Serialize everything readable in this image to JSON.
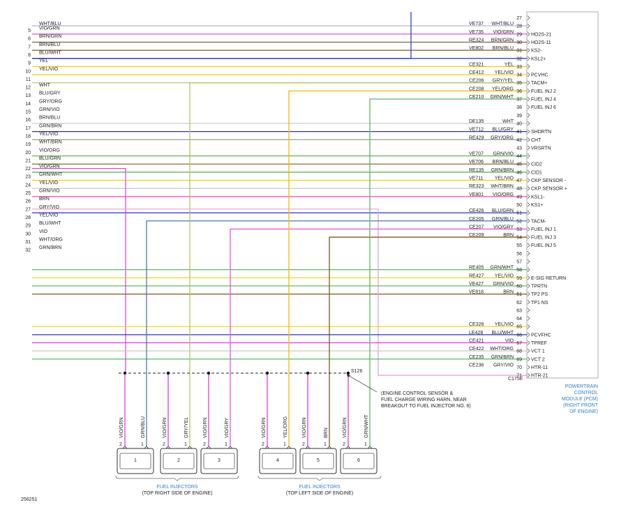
{
  "figure_id": "256251",
  "pcm": {
    "label_lines": [
      "POWERTRAIN",
      "CONTROL",
      "MODULE (PCM)",
      "(RIGHT FRONT",
      "OF ENGINE)"
    ],
    "connector": "C175E",
    "pins": [
      {
        "pin": 27,
        "circuit": "",
        "color": "",
        "func": ""
      },
      {
        "pin": 28,
        "circuit": "VE737",
        "color": "WHT/BLU",
        "func": ""
      },
      {
        "pin": 29,
        "circuit": "VE735",
        "color": "VIO/GRN",
        "func": "HO2S-21"
      },
      {
        "pin": 30,
        "circuit": "RE324",
        "color": "BRN/GRN",
        "func": "HO2S-11"
      },
      {
        "pin": 31,
        "circuit": "VE802",
        "color": "BRN/BLU",
        "func": "KS2-"
      },
      {
        "pin": 32,
        "circuit": "",
        "color": "",
        "func": "KSL2+"
      },
      {
        "pin": 33,
        "circuit": "CE321",
        "color": "YEL",
        "func": ""
      },
      {
        "pin": 34,
        "circuit": "CE412",
        "color": "YEL/VIO",
        "func": "PCVHC"
      },
      {
        "pin": 35,
        "circuit": "CE206",
        "color": "GRY/YEL",
        "func": "TACM+"
      },
      {
        "pin": 36,
        "circuit": "CE208",
        "color": "YEL/ORG",
        "func": "FUEL INJ 2"
      },
      {
        "pin": 37,
        "circuit": "CE210",
        "color": "GRN/WHT",
        "func": "FUEL INJ 4"
      },
      {
        "pin": 38,
        "circuit": "",
        "color": "",
        "func": "FUEL INJ 6"
      },
      {
        "pin": 39,
        "circuit": "",
        "color": "",
        "func": ""
      },
      {
        "pin": 40,
        "circuit": "DE135",
        "color": "WHT",
        "func": ""
      },
      {
        "pin": 41,
        "circuit": "VE712",
        "color": "BLU/GRY",
        "func": "SHDRTN"
      },
      {
        "pin": 42,
        "circuit": "RE429",
        "color": "GRY/ORG",
        "func": "CHT"
      },
      {
        "pin": 43,
        "circuit": "",
        "color": "",
        "func": "VRSRTN"
      },
      {
        "pin": 44,
        "circuit": "VE707",
        "color": "GRN/VIO",
        "func": ""
      },
      {
        "pin": 45,
        "circuit": "VE706",
        "color": "BRN/BLU",
        "func": "CID2"
      },
      {
        "pin": 46,
        "circuit": "RE135",
        "color": "GRN/BRN",
        "func": "CID1"
      },
      {
        "pin": 47,
        "circuit": "VE711",
        "color": "YEL/VIO",
        "func": "CKP SENSOR -"
      },
      {
        "pin": 48,
        "circuit": "RE323",
        "color": "WHT/BRN",
        "func": "CKP SENSOR +"
      },
      {
        "pin": 49,
        "circuit": "VE801",
        "color": "VIO/ORG",
        "func": "KSL1-"
      },
      {
        "pin": 50,
        "circuit": "",
        "color": "",
        "func": "KS1+"
      },
      {
        "pin": 51,
        "circuit": "CE426",
        "color": "BLU/GRN",
        "func": ""
      },
      {
        "pin": 52,
        "circuit": "CE205",
        "color": "GRN/BLU",
        "func": "TACM-"
      },
      {
        "pin": 53,
        "circuit": "CE207",
        "color": "VIO/GRY",
        "func": "FUEL INJ 1"
      },
      {
        "pin": 54,
        "circuit": "CE209",
        "color": "BRN",
        "func": "FUEL INJ 3"
      },
      {
        "pin": 55,
        "circuit": "",
        "color": "",
        "func": "FUEL INJ 5"
      },
      {
        "pin": 56,
        "circuit": "",
        "color": "",
        "func": ""
      },
      {
        "pin": 57,
        "circuit": "",
        "color": "",
        "func": ""
      },
      {
        "pin": 58,
        "circuit": "RE405",
        "color": "GRN/WHT",
        "func": ""
      },
      {
        "pin": 59,
        "circuit": "RE427",
        "color": "YEL/VIO",
        "func": "E-SIG RETURN"
      },
      {
        "pin": 60,
        "circuit": "VE427",
        "color": "GRN/VIO",
        "func": "TPRTN"
      },
      {
        "pin": 61,
        "circuit": "VE818",
        "color": "BRN",
        "func": "TP2 PS"
      },
      {
        "pin": 62,
        "circuit": "",
        "color": "",
        "func": "TP1 NS"
      },
      {
        "pin": 63,
        "circuit": "",
        "color": "",
        "func": ""
      },
      {
        "pin": 64,
        "circuit": "",
        "color": "",
        "func": ""
      },
      {
        "pin": 65,
        "circuit": "CE328",
        "color": "YEL/VIO",
        "func": ""
      },
      {
        "pin": 66,
        "circuit": "LE428",
        "color": "BLU/WHT",
        "func": "PCVFHC"
      },
      {
        "pin": 67,
        "circuit": "CE421",
        "color": "VIO",
        "func": "TPREF"
      },
      {
        "pin": 68,
        "circuit": "CE422",
        "color": "WHT/ORG",
        "func": "VCT 1"
      },
      {
        "pin": 69,
        "circuit": "CE235",
        "color": "GRN/BRN",
        "func": "VCT 2"
      },
      {
        "pin": 70,
        "circuit": "CE236",
        "color": "GRY/VIO",
        "func": "HTR-11"
      },
      {
        "pin": 71,
        "circuit": "",
        "color": "",
        "func": "HTR-21"
      }
    ]
  },
  "left_connector": {
    "pins": [
      {
        "pin": "",
        "color": "WHT/BLU"
      },
      {
        "pin": "5",
        "color": "VIO/GRN"
      },
      {
        "pin": "6",
        "color": "BRN/GRN"
      },
      {
        "pin": "7",
        "color": "BRN/BLU"
      },
      {
        "pin": "8",
        "color": "BLU/WHT"
      },
      {
        "pin": "9",
        "color": "YEL"
      },
      {
        "pin": "10",
        "color": "YEL/VIO"
      },
      {
        "pin": "11",
        "color": ""
      },
      {
        "pin": "12",
        "color": "WHT"
      },
      {
        "pin": "13",
        "color": "BLU/GRY"
      },
      {
        "pin": "14",
        "color": "GRY/ORG"
      },
      {
        "pin": "15",
        "color": "GRN/VIO"
      },
      {
        "pin": "16",
        "color": "BRN/BLU"
      },
      {
        "pin": "17",
        "color": "GRN/BRN"
      },
      {
        "pin": "18",
        "color": "YEL/VIO"
      },
      {
        "pin": "19",
        "color": "WHT/BRN"
      },
      {
        "pin": "20",
        "color": "VIO/ORG"
      },
      {
        "pin": "21",
        "color": "BLU/GRN"
      },
      {
        "pin": "22",
        "color": "VIO/GRN"
      },
      {
        "pin": "23",
        "color": "GRN/WHT"
      },
      {
        "pin": "24",
        "color": "YEL/VIO"
      },
      {
        "pin": "25",
        "color": "GRN/VIO"
      },
      {
        "pin": "26",
        "color": "BRN"
      },
      {
        "pin": "27",
        "color": "GRY/VIO"
      },
      {
        "pin": "28",
        "color": "YEL/VIO"
      },
      {
        "pin": "29",
        "color": "BLU/WHT"
      },
      {
        "pin": "30",
        "color": "VIO"
      },
      {
        "pin": "31",
        "color": "WHT/ORG"
      },
      {
        "pin": "32",
        "color": "GRN/BRN"
      }
    ]
  },
  "splice": {
    "label": "S126",
    "note_lines": [
      "(ENGINE CONTROL SENSOR &",
      "FUEL CHARGE WIRING HARN, NEAR",
      "BREAKOUT TO FUEL INJECTOR NO. 6)"
    ]
  },
  "injectors": [
    {
      "number": "1",
      "wire2": "VIO/GRN",
      "wire1": "GRN/BLU"
    },
    {
      "number": "2",
      "wire2": "VIO/GRN",
      "wire1": "GRY/YEL"
    },
    {
      "number": "3",
      "wire2": "VIO/GRN",
      "wire1": "VIO/GRY"
    },
    {
      "number": "4",
      "wire2": "VIO/GRN",
      "wire1": "YEL/ORG"
    },
    {
      "number": "5",
      "wire2": "VIO/GRN",
      "wire1": "BRN"
    },
    {
      "number": "6",
      "wire2": "VIO/GRN",
      "wire1": "GRN/WHT"
    }
  ],
  "pin_numbers": [
    "2",
    "1"
  ],
  "groups": [
    {
      "title": "FUEL INJECTORS",
      "sub": "(TOP RIGHT SIDE OF ENGINE)"
    },
    {
      "title": "FUEL INJECTORS",
      "sub": "(TOP LEFT SIDE OF ENGINE)"
    }
  ],
  "wire_colors": {
    "WHT": "#c8c8c8",
    "VIO": "#e23bd6",
    "GRN": "#4caf50",
    "YEL": "#f2d200",
    "BLU": "#2233cc",
    "BRN": "#7a5a1e",
    "GRY": "#9a9a9a",
    "ORG": "#f0a020",
    "GRY/YEL": "#b9c25a",
    "YEL/ORG": "#f4b800",
    "GRN/WHT": "#5cb85c",
    "GRN/BLU": "#4a78b0",
    "VIO/GRY": "#e055d8",
    "VIO/GRN": "#e23bd6",
    "GRY/VIO": "#e59ad8",
    "BLU/WHT": "#2233cc"
  }
}
